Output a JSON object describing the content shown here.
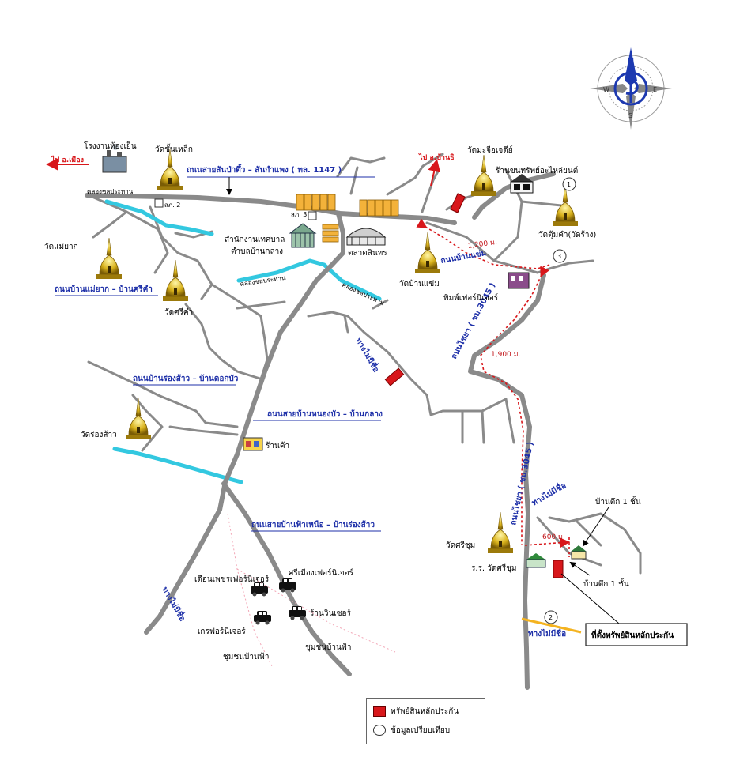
{
  "compass": {
    "n": "N",
    "e": "E",
    "s": "S",
    "w": "W"
  },
  "roads": {
    "main_top": "ถนนสายสันป่าตึ้ว – สันกำแพง ( ทล. 1147 )",
    "mae_yak": "ถนนบ้านแม่ยาก – บ้านศรีคำ",
    "rong_sao": "ถนนบ้านร่องส้าว – บ้านดอกบัว",
    "nong_bua": "ถนนสายบ้านหนองบัว – บ้านกลาง",
    "fah_nuea": "ถนนสายบ้านฟ้าเหนือ – บ้านร่องส้าว",
    "ban_khaem": "ถนนบ้านแข่ม",
    "chiang_rai_1": "ถนนไชยา ( ชม.3045 )",
    "chiang_rai_2": "ถนนไชยา ( ชม.3045 )",
    "canal_1": "คลองชลประทาน",
    "canal_2": "คลองชลประทาน",
    "canal_3": "คลองชลประทาน"
  },
  "places": {
    "factory": "โรงงานห้องเย็น",
    "wat_nuea": "วัดชั้นเหล็ก",
    "wat_mae_yak": "วัดแม่ยาก",
    "wat_sri_kham": "วัดศรีคำ",
    "wat_rong_sao": "วัดร่องส้าว",
    "wat_ban_khaem": "วัดบ้านแข่ม",
    "wat_chedi": "วัดมะจือเจดีย์",
    "wat_kham": "วัดตุ้มคำ(วัดร้าง)",
    "wat_sri_chum": "วัดศรีชุม",
    "school": "ร.ร. วัดศรีชุม",
    "office": "สำนักงานเทศบาล",
    "office_2": "ตำบลบ้านกลาง",
    "market": "ตลาดสินทร",
    "shop": "ร้านค้า",
    "furniture_top": "ร้านขนทรัพย์อะไหล่ยนต์",
    "print_shop": "พิมพ์เฟอร์นิเจอร์",
    "store1": "เดือนเพชรเฟอร์นิเจอร์",
    "store2": "ศรีเมืองเฟอร์นิเจอร์",
    "store3": "ร้านวินเซอร์",
    "store4": "เกรฟอร์นิเจอร์",
    "community1": "ชุมชนบ้านฟ้า",
    "community2": "ชุมชนบ้านฟ้า",
    "house1": "บ้านตึก 1 ชั้น",
    "house2": "บ้านตึก 1 ชั้น",
    "property": "ที่ตั้งทรัพย์สินหลักประกัน",
    "police1": "สภ. 2",
    "police2": "สภ. 3"
  },
  "directions": {
    "to_mueang": "ไป อ.เมือง",
    "to_ban_khi": "ไป อ.บ้านธิ"
  },
  "no_through": {
    "a": "ทางไม่มีชื่อ",
    "b": "ทางไม่มีชื่อ",
    "c": "ทางไม่มีชื่อ",
    "d": "ทางไม่มีชื่อ"
  },
  "distances": {
    "d1": "1,200 ม.",
    "d2": "1,900 ม.",
    "d3": "600 ม."
  },
  "markers": {
    "m1": "1",
    "m2": "2",
    "m3": "3"
  },
  "legend": {
    "property": "ทรัพย์สินหลักประกัน",
    "comparison": "ข้อมูลเปรียบเทียบ"
  },
  "colors": {
    "road": "#8a8a8a",
    "canal": "#33c8e0",
    "road_label": "#1d2fa8",
    "property": "#d8171b",
    "route": "#d8171b"
  }
}
